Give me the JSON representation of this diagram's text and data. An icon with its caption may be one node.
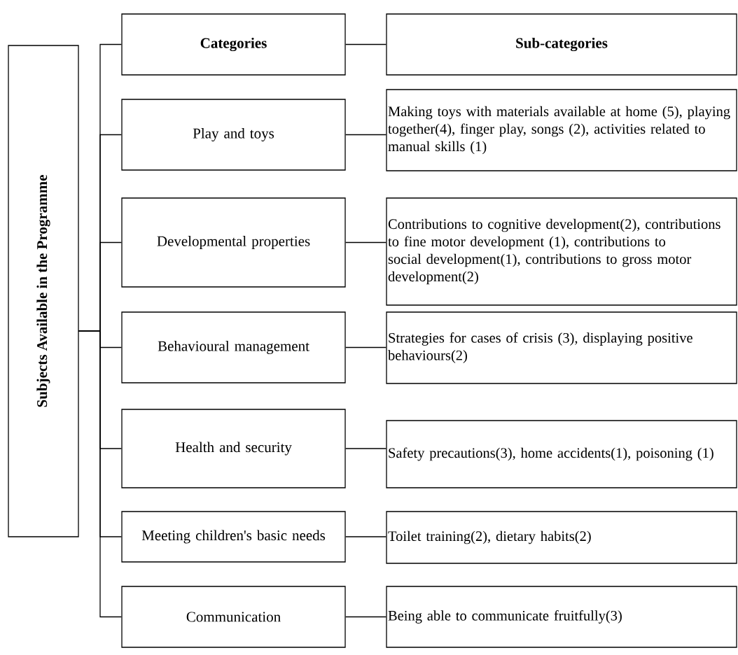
{
  "diagram": {
    "nodes": [
      {
        "text": [
          "Subjects Available in the Programme"
        ]
      },
      {
        "text": [
          "Categories"
        ]
      },
      {
        "text": [
          "Sub-categories"
        ]
      },
      {
        "text": [
          "Play and toys"
        ]
      },
      {
        "text": [
          "Making toys with materials available at home (5), playing together(4), finger play, songs (2), activities related to manual skills (1)"
        ]
      },
      {
        "text": [
          "Developmental properties"
        ]
      },
      {
        "text": [
          "Contributions to cognitive development(2), contributions to fine motor development (1), contributions to social development(1), contributions to gross motor development(2)"
        ]
      },
      {
        "text": [
          "Behavioural management"
        ]
      },
      {
        "text": [
          "Strategies for cases of crisis (3), displaying positive behaviours(2)"
        ]
      },
      {
        "text": [
          "Health and security"
        ]
      },
      {
        "text": [
          "Safety precautions(3), home accidents(1), poisoning (1)"
        ]
      },
      {
        "text": [
          "Meeting children's basic needs"
        ]
      },
      {
        "text": [
          "Toilet training(2), dietary habits(2)"
        ]
      },
      {
        "text": [
          "Communication"
        ]
      },
      {
        "text": [
          "Being able to communicate fruitfully(3)"
        ]
      }
    ],
    "edges": [
      {
        "from": 0,
        "to": 1,
        "arrow": "none"
      },
      {
        "from": 0,
        "to": 3,
        "arrow": "none"
      },
      {
        "from": 0,
        "to": 5,
        "arrow": "none"
      },
      {
        "from": 0,
        "to": 7,
        "arrow": "none"
      },
      {
        "from": 0,
        "to": 9,
        "arrow": "none"
      },
      {
        "from": 0,
        "to": 11,
        "arrow": "none"
      },
      {
        "from": 0,
        "to": 13,
        "arrow": "none"
      },
      {
        "from": 1,
        "to": 2,
        "arrow": "none"
      },
      {
        "from": 3,
        "to": 4,
        "arrow": "none"
      },
      {
        "from": 5,
        "to": 6,
        "arrow": "none"
      },
      {
        "from": 7,
        "to": 8,
        "arrow": "none"
      },
      {
        "from": 9,
        "to": 10,
        "arrow": "none"
      },
      {
        "from": 11,
        "to": 12,
        "arrow": "none"
      },
      {
        "from": 13,
        "to": 14,
        "arrow": "none"
      }
    ]
  }
}
